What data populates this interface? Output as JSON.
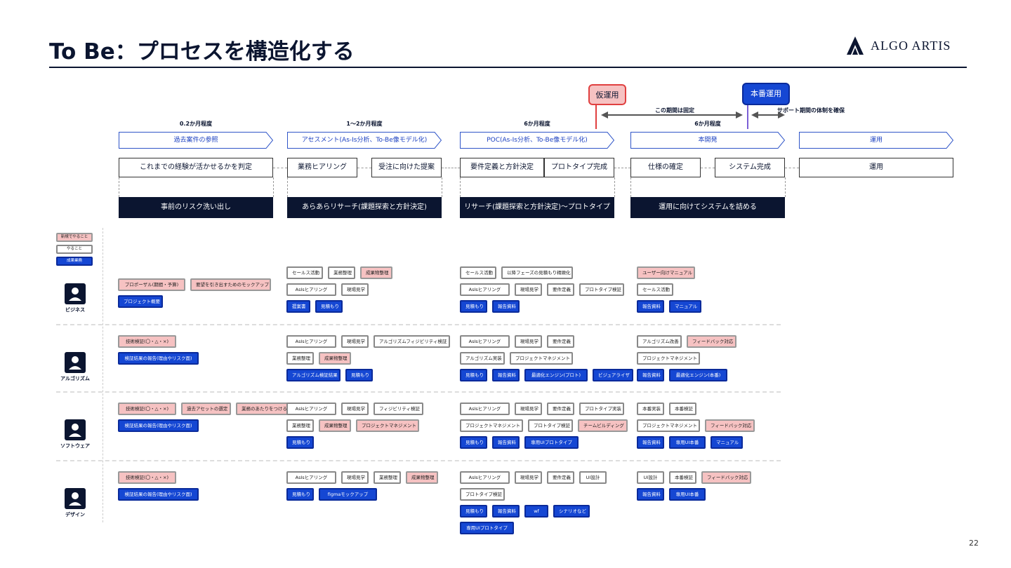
{
  "slide": {
    "title": "To Be：プロセスを構造化する",
    "logo_text": "ALGO ARTIS",
    "page_number": "22"
  },
  "timeline": {
    "trial_label": "仮運用",
    "prod_label": "本番運用",
    "fixed_period": "この期間は固定",
    "support_period": "サポート期間の体制を確保"
  },
  "phases": [
    {
      "duration": "0.2か月程度",
      "name": "過去案件の参照",
      "steps": [
        "これまでの経験が活かせるかを判定"
      ],
      "goal": "事前のリスク洗い出し"
    },
    {
      "duration": "1〜2か月程度",
      "name": "アセスメント(As-Is分析、To-Be像モデル化)",
      "steps": [
        "業務ヒアリング",
        "受注に向けた提案"
      ],
      "goal": "あらあらリサーチ(課題探索と方針決定)"
    },
    {
      "duration": "6か月程度",
      "name": "POC(As-Is分析、To-Be像モデル化)",
      "steps": [
        "要件定義と方針決定",
        "プロトタイプ完成"
      ],
      "goal": "リサーチ(課題探索と方針決定)〜プロトタイプ"
    },
    {
      "duration": "6か月程度",
      "name": "本開発",
      "steps": [
        "仕様の確定",
        "システム完成"
      ],
      "goal": "運用に向けてシステムを詰める"
    },
    {
      "duration": "",
      "name": "運用",
      "steps": [
        "運用"
      ],
      "goal": ""
    }
  ],
  "legend": [
    "新規でやること",
    "やること",
    "成果業務"
  ],
  "roles": [
    {
      "name": "ビジネス",
      "cols": [
        [
          [
            {
              "t": "プロポーザル(期間・予算)",
              "s": "p"
            },
            {
              "t": "要望を引き出すためのモックアップ",
              "s": "p"
            }
          ],
          [
            {
              "t": "プロジェクト概要",
              "s": "b"
            }
          ]
        ],
        [
          [
            {
              "t": "セールス活動",
              "s": "w"
            },
            {
              "t": "業務整理",
              "s": "w"
            },
            {
              "t": "成果物整理",
              "s": "p"
            }
          ],
          [
            {
              "t": "AsIsヒアリング",
              "s": "w"
            },
            {
              "t": "現場見学",
              "s": "w"
            }
          ],
          [
            {
              "t": "提案書",
              "s": "b"
            },
            {
              "t": "見積もり",
              "s": "b"
            }
          ]
        ],
        [
          [
            {
              "t": "セールス活動",
              "s": "w"
            },
            {
              "t": "以降フェーズの見積もり精緻化",
              "s": "w"
            }
          ],
          [
            {
              "t": "AsIsヒアリング",
              "s": "w"
            },
            {
              "t": "現場見学",
              "s": "w"
            },
            {
              "t": "要件定義",
              "s": "w"
            },
            {
              "t": "プロトタイプ検証",
              "s": "w"
            }
          ],
          [
            {
              "t": "見積もり",
              "s": "b"
            },
            {
              "t": "報告資料",
              "s": "b"
            }
          ]
        ],
        [
          [
            {
              "t": "ユーザー向けマニュアル",
              "s": "p"
            }
          ],
          [
            {
              "t": "セールス活動",
              "s": "w"
            }
          ],
          [
            {
              "t": "報告資料",
              "s": "b"
            },
            {
              "t": "マニュアル",
              "s": "b"
            }
          ]
        ]
      ]
    },
    {
      "name": "アルゴリズム",
      "cols": [
        [
          [
            {
              "t": "技術検証(〇・△・×)",
              "s": "p"
            }
          ],
          [
            {
              "t": "検証結果の報告(理由やリスク面)",
              "s": "b"
            }
          ]
        ],
        [
          [
            {
              "t": "AsIsヒアリング",
              "s": "w"
            },
            {
              "t": "現場見学",
              "s": "w"
            },
            {
              "t": "アルゴリズムフィジビリティ検証",
              "s": "w"
            }
          ],
          [
            {
              "t": "業務整理",
              "s": "w"
            },
            {
              "t": "成果物整理",
              "s": "p"
            }
          ],
          [
            {
              "t": "アルゴリズム検証結果",
              "s": "b"
            },
            {
              "t": "見積もり",
              "s": "b"
            }
          ]
        ],
        [
          [
            {
              "t": "AsIsヒアリング",
              "s": "w"
            },
            {
              "t": "現場見学",
              "s": "w"
            },
            {
              "t": "要件定義",
              "s": "w"
            }
          ],
          [
            {
              "t": "アルゴリズム実装",
              "s": "w"
            },
            {
              "t": "プロジェクトマネジメント",
              "s": "w"
            }
          ],
          [
            {
              "t": "見積もり",
              "s": "b"
            },
            {
              "t": "報告資料",
              "s": "b"
            },
            {
              "t": "最適化エンジン(プロト)",
              "s": "b"
            },
            {
              "t": "ビジュアライザ",
              "s": "b"
            }
          ]
        ],
        [
          [
            {
              "t": "アルゴリズム改善",
              "s": "w"
            },
            {
              "t": "フィードバック対応",
              "s": "p"
            }
          ],
          [
            {
              "t": "プロジェクトマネジメント",
              "s": "w"
            }
          ],
          [
            {
              "t": "報告資料",
              "s": "b"
            },
            {
              "t": "最適化エンジン(本番)",
              "s": "b"
            }
          ]
        ]
      ]
    },
    {
      "name": "ソフトウェア",
      "cols": [
        [
          [
            {
              "t": "技術検証(〇・△・×)",
              "s": "p"
            },
            {
              "t": "過去アセットの選定",
              "s": "p"
            },
            {
              "t": "業務のあたりをつける",
              "s": "p"
            }
          ],
          [
            {
              "t": "検証結果の報告(理由やリスク面)",
              "s": "b"
            }
          ]
        ],
        [
          [
            {
              "t": "AsIsヒアリング",
              "s": "w"
            },
            {
              "t": "現場見学",
              "s": "w"
            },
            {
              "t": "フィジビリティ検証",
              "s": "w"
            }
          ],
          [
            {
              "t": "業務整理",
              "s": "w"
            },
            {
              "t": "成果物整理",
              "s": "p"
            },
            {
              "t": "プロジェクトマネジメント",
              "s": "p"
            }
          ],
          [
            {
              "t": "見積もり",
              "s": "b"
            }
          ]
        ],
        [
          [
            {
              "t": "AsIsヒアリング",
              "s": "w"
            },
            {
              "t": "現場見学",
              "s": "w"
            },
            {
              "t": "要件定義",
              "s": "w"
            },
            {
              "t": "プロトタイプ実装",
              "s": "w"
            }
          ],
          [
            {
              "t": "プロジェクトマネジメント",
              "s": "w"
            },
            {
              "t": "プロトタイプ検証",
              "s": "w"
            },
            {
              "t": "チームビルディング",
              "s": "p"
            }
          ],
          [
            {
              "t": "見積もり",
              "s": "b"
            },
            {
              "t": "報告資料",
              "s": "b"
            },
            {
              "t": "専用UIプロトタイプ",
              "s": "b"
            }
          ]
        ],
        [
          [
            {
              "t": "本番実装",
              "s": "w"
            },
            {
              "t": "本番検証",
              "s": "w"
            }
          ],
          [
            {
              "t": "プロジェクトマネジメント",
              "s": "w"
            },
            {
              "t": "フィードバック対応",
              "s": "p"
            }
          ],
          [
            {
              "t": "報告資料",
              "s": "b"
            },
            {
              "t": "専用UI本番",
              "s": "b"
            },
            {
              "t": "マニュアル",
              "s": "b"
            }
          ]
        ]
      ]
    },
    {
      "name": "デザイン",
      "cols": [
        [
          [
            {
              "t": "技術検証(〇・△・×)",
              "s": "p"
            }
          ],
          [
            {
              "t": "検証結果の報告(理由やリスク面)",
              "s": "b"
            }
          ]
        ],
        [
          [
            {
              "t": "AsIsヒアリング",
              "s": "w"
            },
            {
              "t": "現場見学",
              "s": "w"
            },
            {
              "t": "業務整理",
              "s": "w"
            },
            {
              "t": "成果物整理",
              "s": "p"
            }
          ],
          [
            {
              "t": "見積もり",
              "s": "b"
            },
            {
              "t": "figmaモックアップ",
              "s": "b"
            }
          ]
        ],
        [
          [
            {
              "t": "AsIsヒアリング",
              "s": "w"
            },
            {
              "t": "現場見学",
              "s": "w"
            },
            {
              "t": "要件定義",
              "s": "w"
            },
            {
              "t": "UI設計",
              "s": "w"
            }
          ],
          [
            {
              "t": "プロトタイプ検証",
              "s": "w"
            }
          ],
          [
            {
              "t": "見積もり",
              "s": "b"
            },
            {
              "t": "報告資料",
              "s": "b"
            },
            {
              "t": "wf",
              "s": "b"
            },
            {
              "t": "シナリオなど",
              "s": "b"
            }
          ],
          [
            {
              "t": "専用UIプロトタイプ",
              "s": "b"
            }
          ]
        ],
        [
          [
            {
              "t": "UI設計",
              "s": "w"
            },
            {
              "t": "本番検証",
              "s": "w"
            },
            {
              "t": "フィードバック対応",
              "s": "p"
            }
          ],
          [
            {
              "t": "報告資料",
              "s": "b"
            },
            {
              "t": "専用UI本番",
              "s": "b"
            }
          ]
        ]
      ]
    }
  ]
}
